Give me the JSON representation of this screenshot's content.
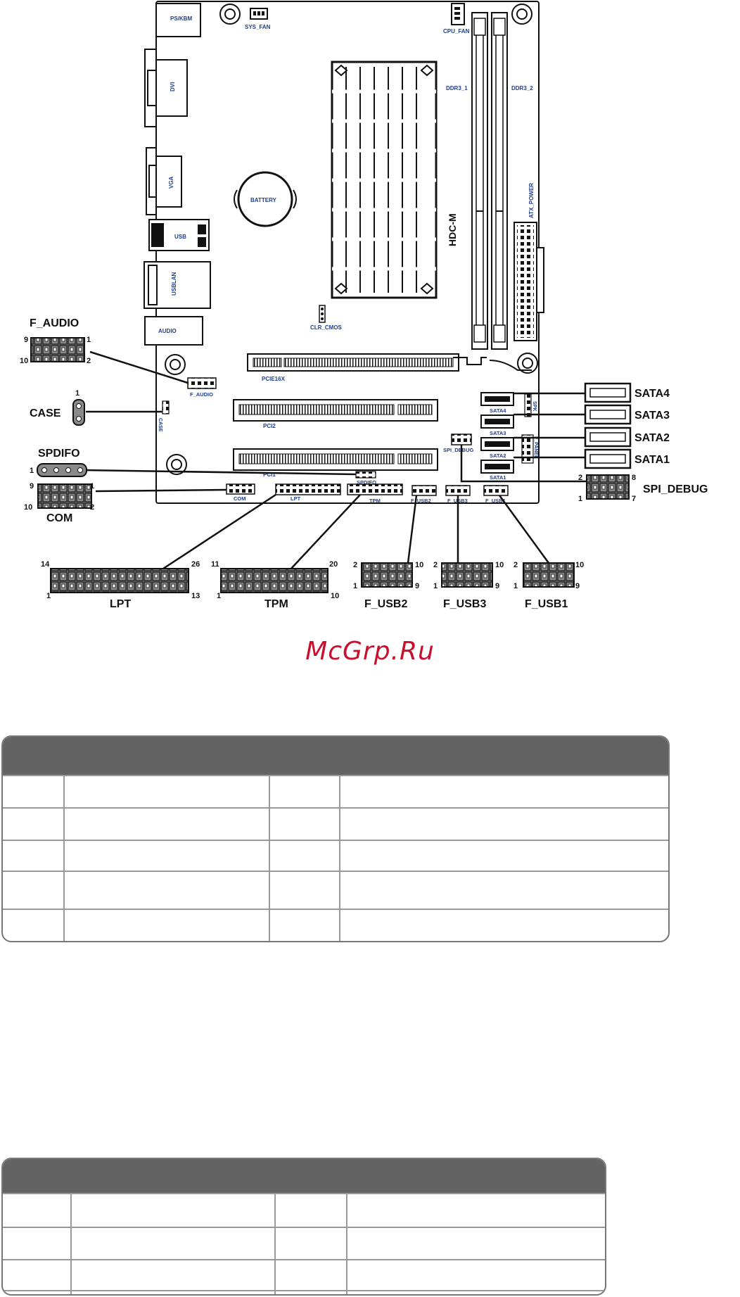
{
  "watermark": "McGrp.Ru",
  "board": {
    "silkscreen": {
      "ps2": "PS/KBM",
      "sys_fan": "SYS_FAN",
      "cpu_fan": "CPU_FAN",
      "dvi": "DVI",
      "vga": "VGA",
      "usb": "USB",
      "usblan": "USBLAN",
      "audio": "AUDIO",
      "battery": "BATTERY",
      "clr_cmos": "CLR_CMOS",
      "ddr3_1": "DDR3_1",
      "ddr3_2": "DDR3_2",
      "chipset": "HDC-M",
      "atx_power": "ATX_POWER",
      "pcie16x": "PCIE16X",
      "pci2": "PCI2",
      "pci1": "PCI1",
      "f_audio": "F_AUDIO",
      "case": "CASE",
      "spdifo": "SPDIFO",
      "com": "COM",
      "lpt": "LPT",
      "tpm": "TPM",
      "f_usb2": "F_USB2",
      "f_usb3": "F_USB3",
      "f_usb1": "F_USB1",
      "spi_debug": "SPI_DEBUG",
      "sata4": "SATA4",
      "sata3": "SATA3",
      "sata2": "SATA2",
      "sata1": "SATA1",
      "spk": "SPK",
      "f_panel": "F_PANEL"
    },
    "callouts": {
      "f_audio": {
        "name": "F_AUDIO",
        "pin_tl": "9",
        "pin_tr": "1",
        "pin_bl": "10",
        "pin_br": "2"
      },
      "case": {
        "name": "CASE",
        "pin": "1"
      },
      "spdifo": {
        "name": "SPDIFO",
        "pin": "1"
      },
      "com": {
        "name": "COM",
        "pin_tl": "9",
        "pin_tr": "1",
        "pin_bl": "10",
        "pin_br": "2"
      },
      "sata4": "SATA4",
      "sata3": "SATA3",
      "sata2": "SATA2",
      "sata1": "SATA1",
      "spi_debug": {
        "name": "SPI_DEBUG",
        "pin_tl": "2",
        "pin_tr": "8",
        "pin_bl": "1",
        "pin_br": "7"
      },
      "lpt": {
        "name": "LPT",
        "pin_tl": "14",
        "pin_tr": "26",
        "pin_bl": "1",
        "pin_br": "13"
      },
      "tpm": {
        "name": "TPM",
        "pin_tl": "11",
        "pin_tr": "20",
        "pin_bl": "1",
        "pin_br": "10"
      },
      "f_usb2": {
        "name": "F_USB2",
        "pin_tl": "2",
        "pin_tr": "10",
        "pin_bl": "1",
        "pin_br": "9"
      },
      "f_usb3": {
        "name": "F_USB3",
        "pin_tl": "2",
        "pin_tr": "10",
        "pin_bl": "1",
        "pin_br": "9"
      },
      "f_usb1": {
        "name": "F_USB1",
        "pin_tl": "2",
        "pin_tr": "10",
        "pin_bl": "1",
        "pin_br": "9"
      }
    }
  },
  "colors": {
    "silk": "#1f3f8f",
    "outline": "#1a1a1a",
    "header_fill": "#8a8a8a",
    "table_header": "#636363"
  }
}
